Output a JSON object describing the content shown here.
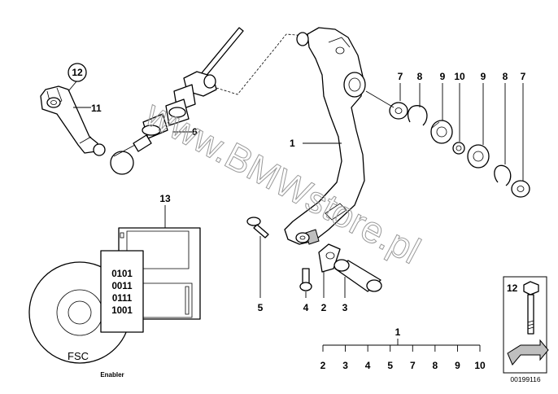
{
  "watermark": "www.BMWstore.pl",
  "callouts": {
    "c1_main": "1",
    "c2": "2",
    "c3": "3",
    "c4": "4",
    "c5": "5",
    "c6": "6",
    "c7_left": "7",
    "c8_left": "8",
    "c9_left": "9",
    "c10": "10",
    "c9_right": "9",
    "c8_right": "8",
    "c7_right": "7",
    "c11": "11",
    "c12_circled": "12",
    "c13": "13"
  },
  "assembly_key": {
    "parent": "1",
    "children": [
      "2",
      "3",
      "4",
      "5",
      "7",
      "8",
      "9",
      "10"
    ]
  },
  "software_card": {
    "binary_codes": [
      "0101",
      "0011",
      "0111",
      "1001"
    ],
    "disc_label": "FSC",
    "disc_sublabel": "Enabler"
  },
  "bolt_inset": {
    "label": "12"
  },
  "diagram_id": "00199116"
}
